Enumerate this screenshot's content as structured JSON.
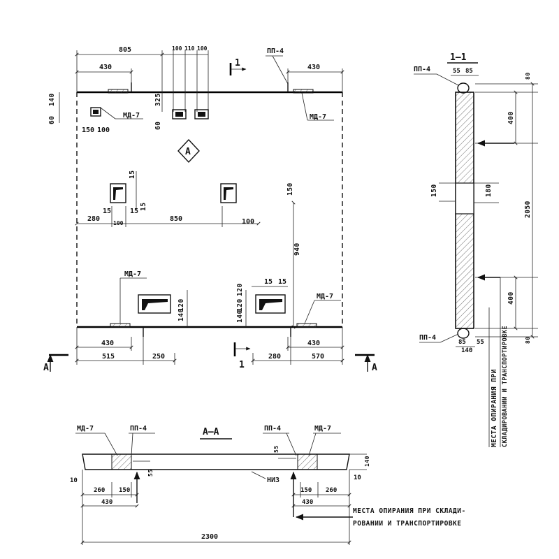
{
  "plan": {
    "dims_top": [
      "805",
      "430",
      "430",
      "100",
      "110",
      "100"
    ],
    "leader_pp4": "ПП-4",
    "section_mark": "1",
    "md7_labels": [
      "МД-7",
      "МД-7",
      "МД-7",
      "МД-7"
    ],
    "hole_dims": [
      "140",
      "60",
      "150",
      "100",
      "60",
      "325"
    ],
    "center_mark": "А",
    "mid_dims": [
      "15",
      "15",
      "15",
      "15",
      "150",
      "280",
      "100",
      "850",
      "100"
    ],
    "lower_dims": [
      "940",
      "120",
      "120",
      "15",
      "15",
      "120",
      "140",
      "140"
    ],
    "bottom_dims": [
      "430",
      "430",
      "515",
      "250",
      "280",
      "570"
    ],
    "cut_label": "А"
  },
  "section_1_1": {
    "title": "1—1",
    "pp4_top": "ПП-4",
    "top_dims": [
      "55",
      "85"
    ],
    "right_dims": [
      "80",
      "400",
      "2050",
      "400",
      "80"
    ],
    "inner_dims": [
      "150",
      "180"
    ],
    "pp4_bottom": "ПП-4",
    "bottom_dims": [
      "85",
      "55",
      "140"
    ],
    "support_note_line1": "МЕСТА ОПИРАНИЯ ПРИ",
    "support_note_line2": "СКЛАДИРОВАНИИ И ТРАНСПОРТИРОВКЕ"
  },
  "section_a_a": {
    "title": "А—А",
    "labels": [
      "МД-7",
      "ПП-4",
      "ПП-4",
      "МД-7"
    ],
    "dims": [
      "55",
      "140",
      "10",
      "55",
      "10",
      "260",
      "150",
      "430",
      "150",
      "260",
      "430",
      "2300"
    ],
    "bottom_label": "НИЗ",
    "support_note_line1": "МЕСТА ОПИРАНИЯ ПРИ СКЛАДИ-",
    "support_note_line2": "РОВАНИИ И ТРАНСПОРТИРОВКЕ"
  }
}
